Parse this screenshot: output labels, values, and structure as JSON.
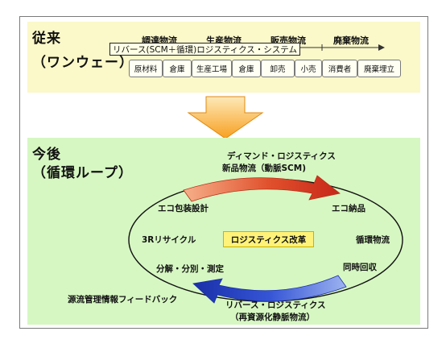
{
  "top": {
    "title": "従来",
    "subtitle": "（ワンウェー）",
    "flows": [
      "調達物流",
      "生産物流",
      "販売物流",
      "廃棄物流"
    ],
    "boxes": [
      "原材料",
      "倉庫",
      "生産工場",
      "倉庫",
      "卸売",
      "小売",
      "消費者",
      "廃棄埋立"
    ],
    "tooltip": "リバース(SCM＋循環)ロジスティクス・システム"
  },
  "bottom": {
    "title": "今後",
    "subtitle": "（循環ループ）",
    "top_label": [
      "ディマンド・ロジスティクス",
      "新品物流（動脈SCM)"
    ],
    "bottom_label": [
      "リバース・ロジスティクス",
      "（再資源化静脈物流）"
    ],
    "cycle": {
      "eco_package": "エコ包装設計",
      "eco_delivery": "エコ納品",
      "three_r": "3Rリサイクル",
      "circulation": "循環物流",
      "disassembly": "分解・分別・測定",
      "collection": "同時回収",
      "feedback": "源流管理情報フィードバック"
    },
    "center": "ロジスティクス改革"
  },
  "colors": {
    "top_panel": "#fbf8c9",
    "bottom_panel": "#d6f7c2",
    "down_arrow": "#f7a020",
    "red_arrow": "#d83a20",
    "blue_arrow": "#2a4fd0",
    "center_box": "#fff27a"
  }
}
